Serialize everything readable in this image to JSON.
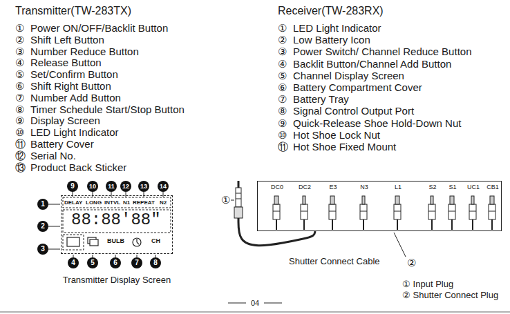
{
  "diagram": {
    "nodes": [
      {
        "text": [
          "DELAY",
          "LONG",
          "INTVL",
          "N1",
          "REPEAT",
          "N2",
          "88:88'88\"",
          "BULB",
          "CH"
        ]
      },
      {
        "text": [
          "DC0",
          "DC2",
          "E3",
          "N3",
          "L1",
          "S2",
          "S1",
          "UC1",
          "CB1"
        ]
      }
    ],
    "labels": [
      "Transmitter(TW-283TX)",
      "①",
      "Power ON/OFF/Backlit Button",
      "②",
      "Shift Left Button",
      "③",
      "Number Reduce Button",
      "④",
      "Release Button",
      "⑤",
      "Set/Confirm Button",
      "⑥",
      "Shift Right Button",
      "⑦",
      "Number Add Button",
      "⑧",
      "Timer Schedule Start/Stop Button",
      "⑨",
      "Display Screen",
      "⑩",
      "LED Light Indicator",
      "⑪",
      "Battery Cover",
      "⑫",
      "Serial No.",
      "⑬",
      "Product Back Sticker",
      "Receiver(TW-283RX)",
      "①",
      "LED Light Indicator",
      "②",
      "Low Battery Icon",
      "③",
      "Power Switch/ Channel Reduce Button",
      "④",
      "Backlit Button/Channel Add Button",
      "⑤",
      "Channel Display Screen",
      "⑥",
      "Battery Compartment Cover",
      "⑦",
      "Battery Tray",
      "⑧",
      "Signal Control Output Port",
      "⑨",
      "Quick-Release Shoe Hold-Down Nut",
      "⑩",
      "Hot Shoe Lock Nut",
      "⑪",
      "Hot Shoe Fixed Mount",
      "9",
      "10",
      "11",
      "12",
      "13",
      "14",
      "1",
      "2",
      "3",
      "4",
      "5",
      "6",
      "7",
      "8",
      "Transmitter Display Screen",
      "①",
      "Shutter Connect Cable",
      "②",
      "① Input Plug",
      "② Shutter Connect Plug",
      "04"
    ]
  }
}
